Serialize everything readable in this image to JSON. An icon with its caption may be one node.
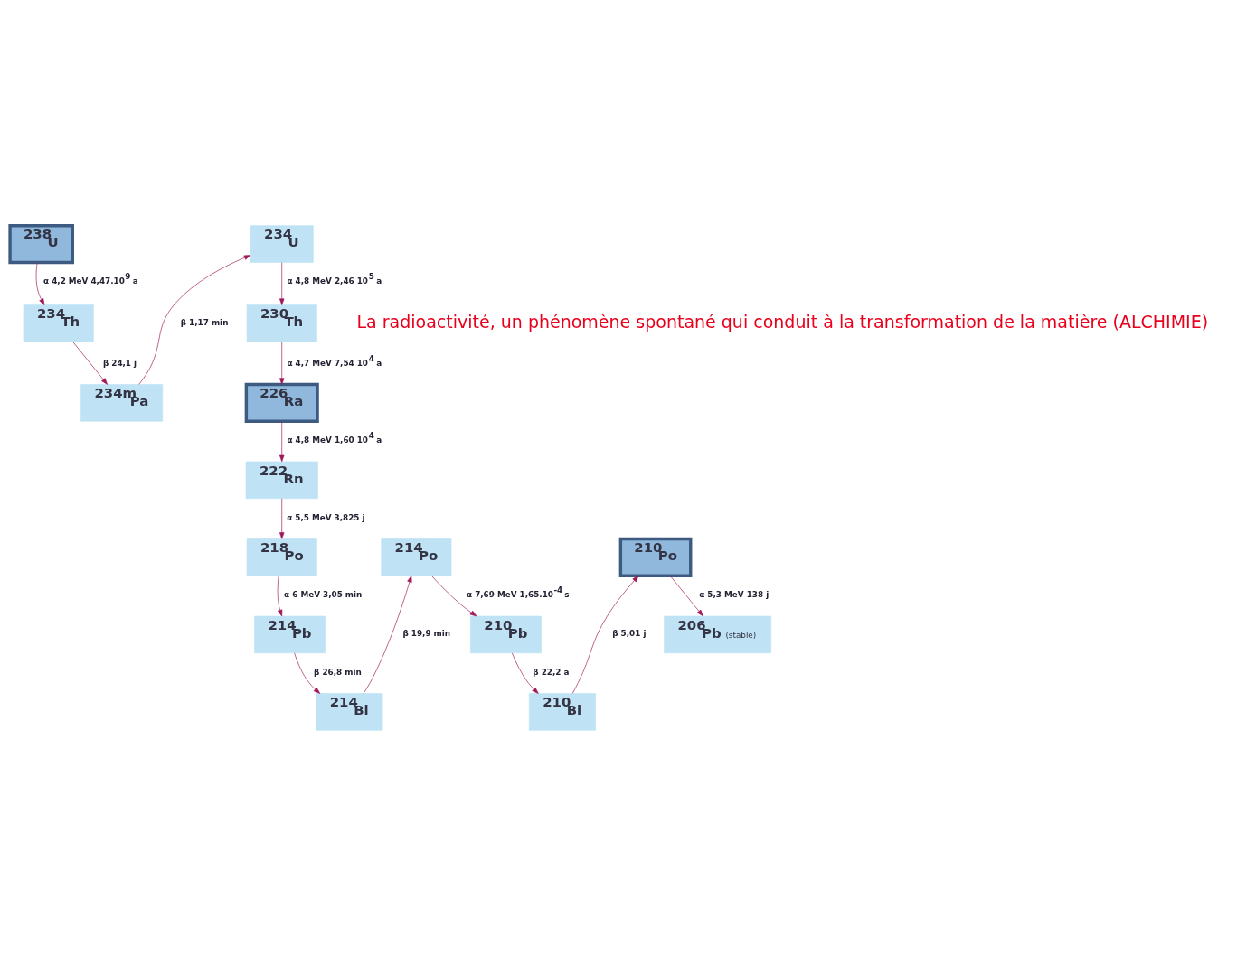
{
  "diagram": {
    "nodes": [
      {
        "text": [
          "$^{238}$U"
        ]
      },
      {
        "text": [
          "$^{234}$Th"
        ]
      },
      {
        "text": [
          "$^{234m}$Pa"
        ]
      },
      {
        "text": [
          "$^{234}$U"
        ]
      },
      {
        "text": [
          "$^{230}$Th"
        ]
      },
      {
        "text": [
          "$^{226}$Ra"
        ]
      },
      {
        "text": [
          "$^{222}$Rn"
        ]
      },
      {
        "text": [
          "$^{218}$Po"
        ]
      },
      {
        "text": [
          "$^{214}$Pb"
        ]
      },
      {
        "text": [
          "$^{214}$Bi"
        ]
      },
      {
        "text": [
          "$^{214}$Po"
        ]
      },
      {
        "text": [
          "$^{210}$Pb"
        ]
      },
      {
        "text": [
          "$^{210}$Bi"
        ]
      },
      {
        "text": [
          "$^{210}$Po"
        ]
      },
      {
        "text": [
          "$^{206}$Pb",
          "(stable)"
        ]
      }
    ],
    "edges": [
      {
        "from": 0,
        "to": 1,
        "arrow": "to",
        "label": "α 4,2 MeV 4,47.10$^{9}$ a"
      },
      {
        "from": 1,
        "to": 2,
        "arrow": "to",
        "label": "β 24,1 j"
      },
      {
        "from": 2,
        "to": 3,
        "arrow": "to",
        "label": "β 1,17 min"
      },
      {
        "from": 3,
        "to": 4,
        "arrow": "to",
        "label": "α 4,8 MeV 2,46 10$^{5}$ a"
      },
      {
        "from": 4,
        "to": 5,
        "arrow": "to",
        "label": "α 4,7 MeV 7,54 10$^{4}$ a"
      },
      {
        "from": 5,
        "to": 6,
        "arrow": "to",
        "label": "α 4,8 MeV 1,60 10$^{4}$ a"
      },
      {
        "from": 6,
        "to": 7,
        "arrow": "to",
        "label": "α 5,5 MeV 3,825 j"
      },
      {
        "from": 7,
        "to": 8,
        "arrow": "to",
        "label": "α 6 MeV 3,05 min"
      },
      {
        "from": 8,
        "to": 9,
        "arrow": "to",
        "label": "β 26,8 min"
      },
      {
        "from": 9,
        "to": 10,
        "arrow": "to",
        "label": "β 19,9 min"
      },
      {
        "from": 10,
        "to": 11,
        "arrow": "to",
        "label": "α 7,69 MeV 1,65.10$^{-4}$ s"
      },
      {
        "from": 11,
        "to": 12,
        "arrow": "to",
        "label": "β 22,2 a"
      },
      {
        "from": 12,
        "to": 13,
        "arrow": "to",
        "label": "β 5,01 j"
      },
      {
        "from": 13,
        "to": 14,
        "arrow": "to",
        "label": "α 5,3 MeV 138 j"
      }
    ],
    "labels": [
      "La radioactivité, un phénomène spontané qui conduit à la transformation de la matière (ALCHIMIE)"
    ]
  }
}
